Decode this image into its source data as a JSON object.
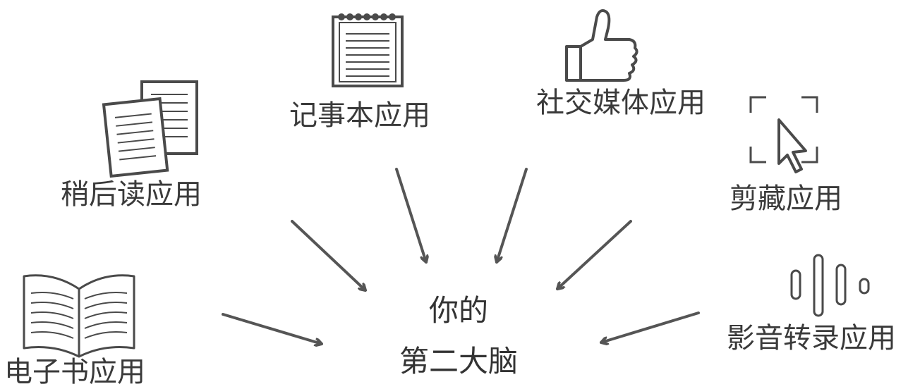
{
  "center": {
    "line1": "你的",
    "line2": "第二大脑"
  },
  "sources": [
    {
      "label": "记事本应用",
      "icon": "notepad-icon"
    },
    {
      "label": "社交媒体应用",
      "icon": "thumbs-up-icon"
    },
    {
      "label": "稍后读应用",
      "icon": "documents-icon"
    },
    {
      "label": "剪藏应用",
      "icon": "screen-capture-cursor-icon"
    },
    {
      "label": "电子书应用",
      "icon": "open-book-icon"
    },
    {
      "label": "影音转录应用",
      "icon": "audio-waveform-icon"
    }
  ],
  "colors": {
    "stroke": "#4a4a4a",
    "arrow": "#555555",
    "text": "#3a3a3a"
  }
}
